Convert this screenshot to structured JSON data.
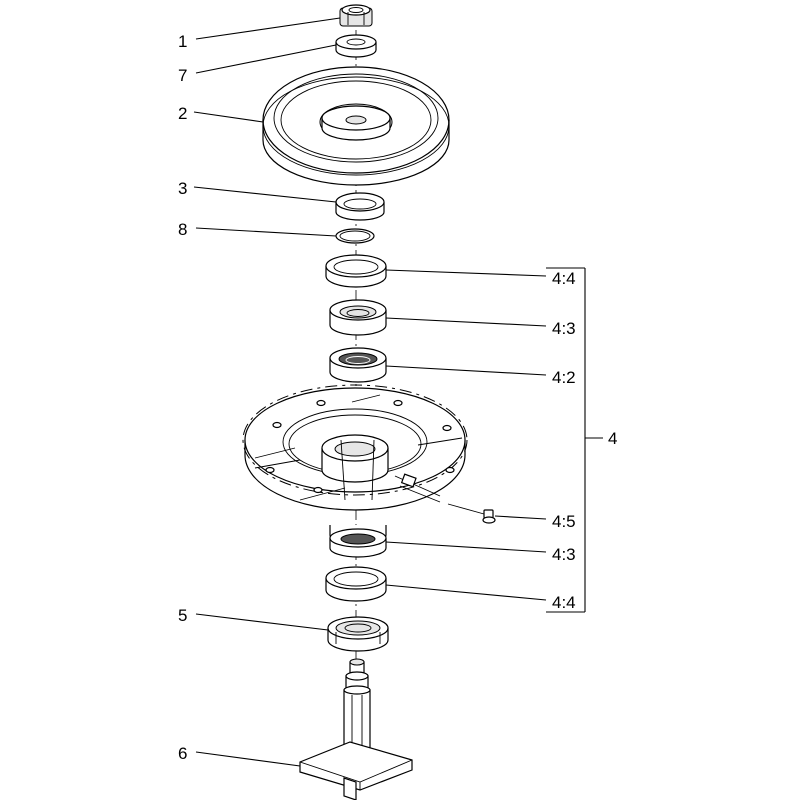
{
  "labels": {
    "p1": "1",
    "p7": "7",
    "p2": "2",
    "p3": "3",
    "p8": "8",
    "p44a": "4:4",
    "p43a": "4:3",
    "p42": "4:2",
    "p4": "4",
    "p45": "4:5",
    "p43b": "4:3",
    "p44b": "4:4",
    "p5": "5",
    "p6": "6"
  }
}
